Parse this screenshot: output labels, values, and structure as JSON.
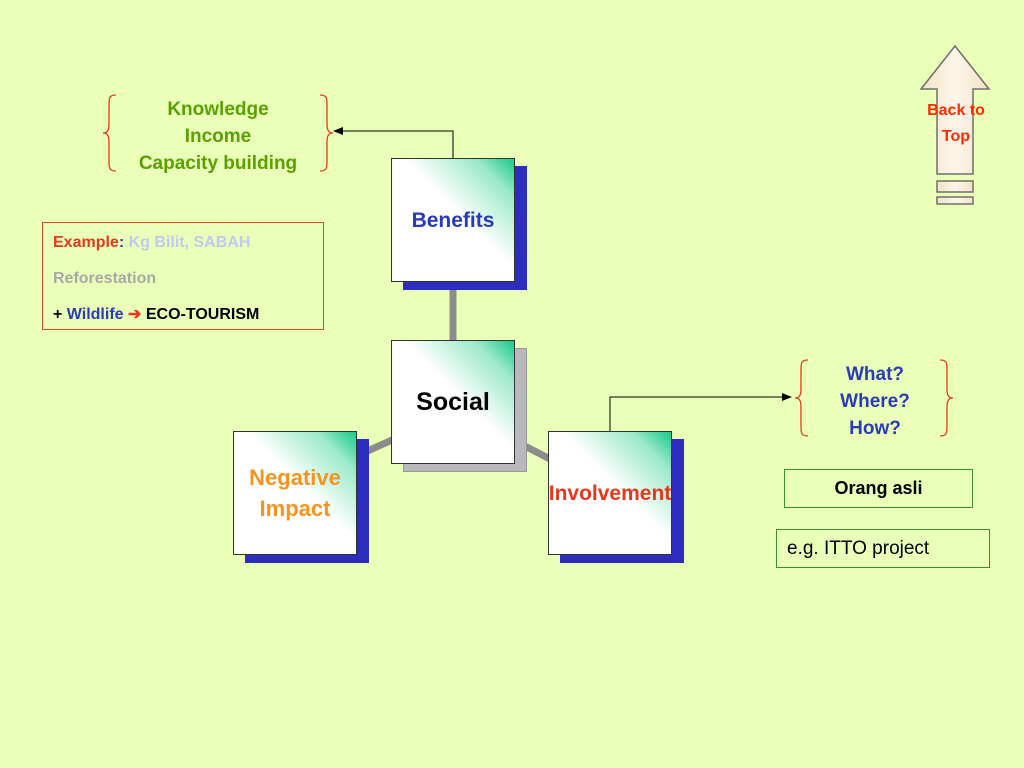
{
  "colors": {
    "background": "#eaffb8",
    "green_text": "#5aa000",
    "blue_text": "#2a3bb8",
    "orange_text": "#f7941d",
    "red_text": "#e8381a",
    "shadow_blue": "#2c2cbf",
    "connector_gray": "#8c8c8c"
  },
  "benefits_brace": {
    "lines": [
      "Knowledge",
      "Income",
      "Capacity building"
    ]
  },
  "nodes": {
    "benefits": "Benefits",
    "social": "Social",
    "negative_impact": [
      "Negative",
      "Impact"
    ],
    "involvement": "Involvement"
  },
  "example": {
    "label": "Example",
    "colon": ":",
    "place": "Kg Bilit, SABAH",
    "reforestation": "Reforestation",
    "plus": "+",
    "wildlife": "Wildlife",
    "arrow": "➔",
    "ecotourism": "ECO-TOURISM"
  },
  "questions_brace": {
    "lines": [
      "What?",
      "Where?",
      "How?"
    ]
  },
  "orang_asli": "Orang asli",
  "itto": "e.g. ITTO project",
  "back_to_top": [
    "Back to",
    "Top"
  ]
}
